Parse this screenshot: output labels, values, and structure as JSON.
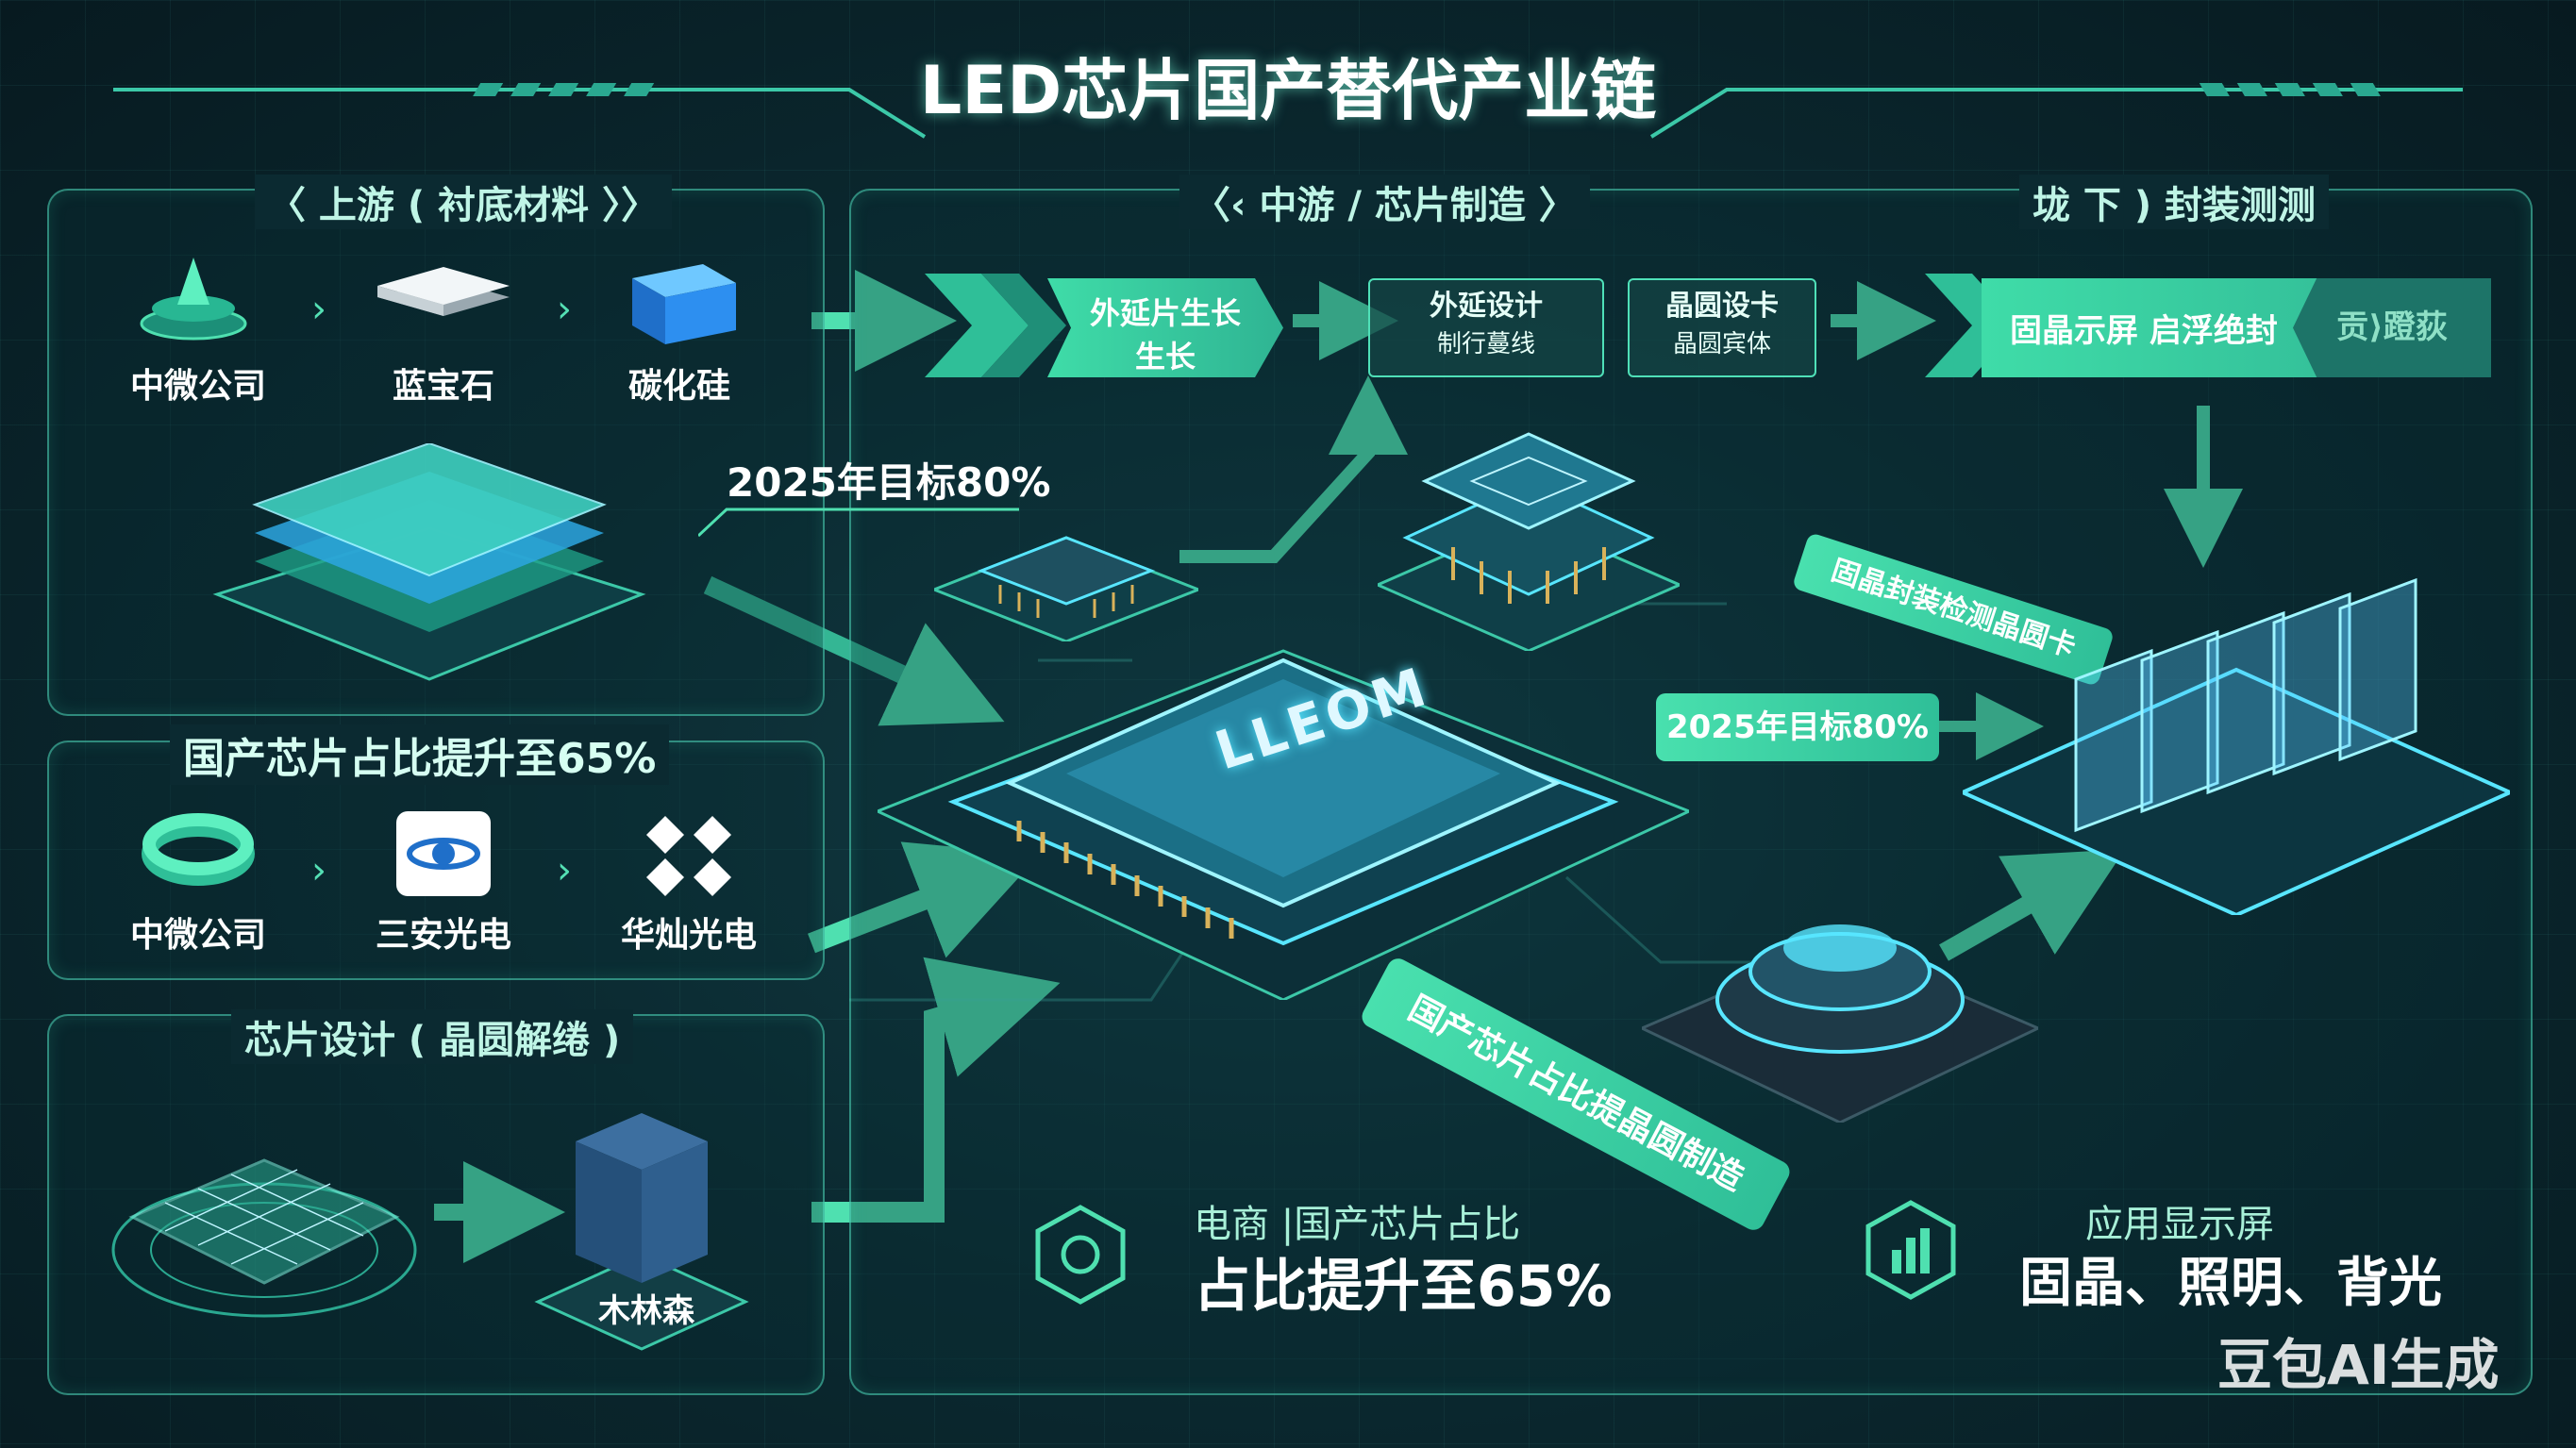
{
  "title": "LED芯片国产替代产业链",
  "sections": {
    "upstream_title": "〈 上游 ( 衬底材料 〉〉",
    "midstream_title": "〈‹ 中游 / 芯片制造 〉",
    "downstream_title": "垅 下 ) 封装测测",
    "chip_design_title": "芯片设计 ( 晶圆解绻 )"
  },
  "upstream": {
    "items": [
      {
        "label": "中微公司",
        "icon": "cone-icon"
      },
      {
        "label": "蓝宝石",
        "icon": "wafer-stack-icon"
      },
      {
        "label": "碳化硅",
        "icon": "cube-icon"
      }
    ]
  },
  "domestic_share": {
    "heading": "国产芯片占比提升至65%",
    "items": [
      {
        "label": "中微公司",
        "icon": "ring-icon"
      },
      {
        "label": "三安光电",
        "icon": "orbit-logo-icon"
      },
      {
        "label": "华灿光电",
        "icon": "diamond-logo-icon"
      }
    ]
  },
  "chip_design": {
    "item_label": "木林森"
  },
  "midstream_steps": [
    {
      "line1": "外延片生长",
      "line2": "生长"
    },
    {
      "line1": "外延设计",
      "line2": "制行蔓线"
    },
    {
      "line1": "晶圆设卡",
      "line2": "晶圆宾体"
    }
  ],
  "downstream_banner": {
    "main": "固晶示屏 启浮绝封",
    "tail": "贡⟩蹬荻"
  },
  "callouts": {
    "target_upper": "2025年目标80%",
    "target_mid": "2025年目标80%",
    "diag_banner": "固晶封装检测晶圆卡",
    "bottom_banner": "国产芯片占比提晶圆制造"
  },
  "central_chip_label": "LLEOM",
  "stats": {
    "left_small": "电商 |国产芯片占比",
    "left_big": "占比提升至65%",
    "right_small": "应用显示屏",
    "right_big": "固晶、照明、背光"
  },
  "watermark": "豆包AI生成",
  "colors": {
    "accent": "#3fdca8",
    "glow": "#58e6ff",
    "bg": "#0b2a31"
  }
}
